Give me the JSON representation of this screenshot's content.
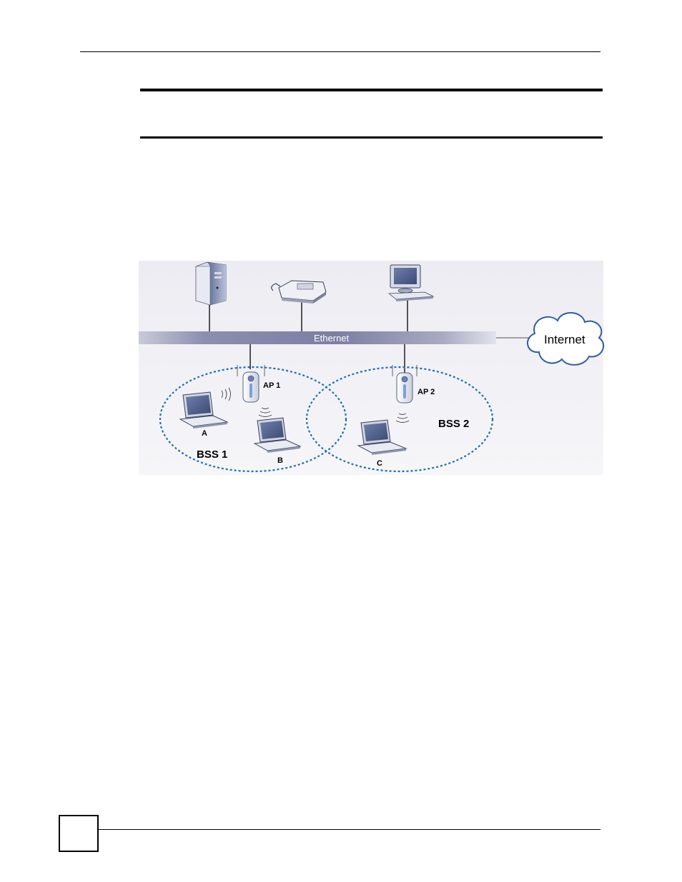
{
  "diagram": {
    "backbone_label": "Ethernet",
    "internet_label": "Internet",
    "access_points": [
      "AP 1",
      "AP 2"
    ],
    "bss_labels": [
      "BSS 1",
      "BSS 2"
    ],
    "stations": [
      "A",
      "B",
      "C"
    ],
    "colors": {
      "bss_outline": "#1f6fb8",
      "backbone": "#7f7fa6"
    }
  }
}
